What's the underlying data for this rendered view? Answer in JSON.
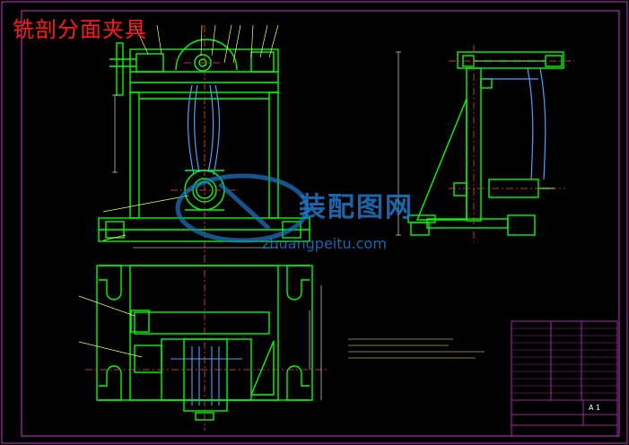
{
  "drawing": {
    "title": "铣剖分面夹具",
    "sheet_size": "A 1"
  },
  "watermark": {
    "brand": "装配图网",
    "url": "zhuangpeitu.com"
  },
  "colors": {
    "background": "#000000",
    "frame": "#cc33cc",
    "outline": "#00ff00",
    "centerline": "#ff4444",
    "hidden": "#4aa0ff",
    "dimension": "#ffffff",
    "title": "#ff1a1a",
    "watermark": "#1e78c8"
  }
}
